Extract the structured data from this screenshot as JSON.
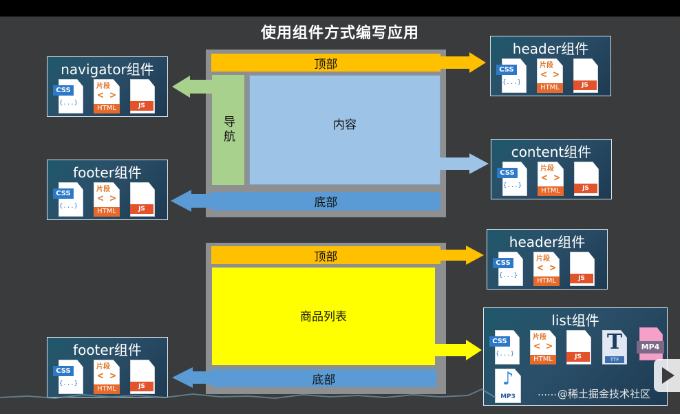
{
  "title": "使用组件方式编写应用",
  "layout1": {
    "top": "顶部",
    "nav": "导航",
    "content": "内容",
    "footer": "底部"
  },
  "layout2": {
    "top": "顶部",
    "list": "商品列表",
    "footer": "底部"
  },
  "components": {
    "navigator": "navigator组件",
    "header1": "header组件",
    "content": "content组件",
    "footer1": "footer组件",
    "header2": "header组件",
    "list": "list组件",
    "footer2": "footer组件"
  },
  "icons": {
    "css_label": "CSS",
    "css_braces": "{...}",
    "html_top": "片段",
    "html_brackets": "< >",
    "html_label": "HTML",
    "js_label": "JS",
    "ttf_letter": "T",
    "ttf_label": "TTF",
    "mp4_label": "MP4",
    "mp3_note": "♪",
    "mp3_label": "MP3"
  },
  "ellipsis": "……",
  "watermark": "@稀土掘金技术社区",
  "colors": {
    "top": "#ffc000",
    "nav": "#a9d18e",
    "content": "#9dc3e6",
    "footer": "#5b9bd5",
    "list": "#ffff00",
    "frame": "#8d8f91"
  }
}
